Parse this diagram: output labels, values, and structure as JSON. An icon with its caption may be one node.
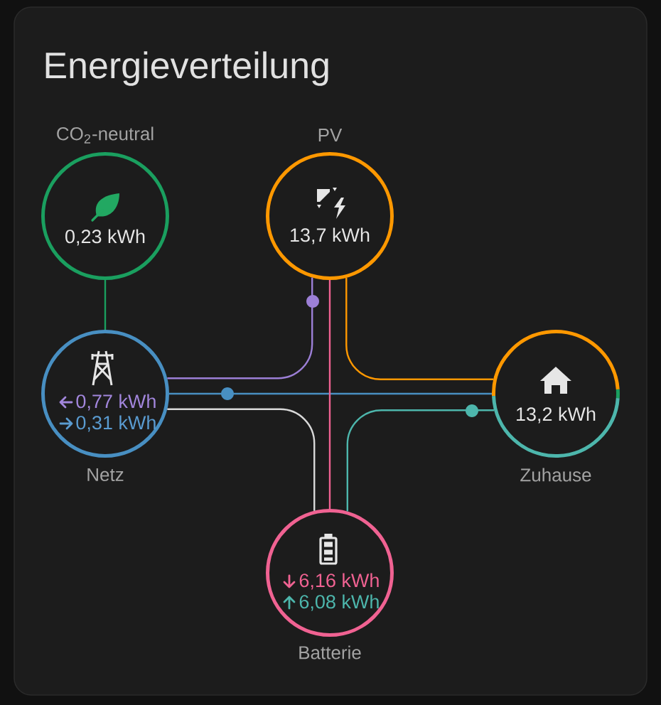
{
  "diagram": {
    "title": "Energieverteilung",
    "nodes": [
      {
        "text": [
          "CO$_{2}$-neutral",
          "0,23 kWh"
        ]
      },
      {
        "text": [
          "PV",
          "13,7 kWh"
        ]
      },
      {
        "text": [
          "0,77 kWh",
          "0,31 kWh",
          "Netz"
        ]
      },
      {
        "text": [
          "13,2 kWh",
          "Zuhause"
        ]
      },
      {
        "text": [
          "6,16 kWh",
          "6,08 kWh",
          "Batterie"
        ]
      }
    ],
    "edges": [
      {
        "from": 0,
        "to": 2,
        "arrow": "none",
        "color": "#1a9f5f"
      },
      {
        "from": 1,
        "to": 2,
        "arrow": "none",
        "color": "#9c7fd6"
      },
      {
        "from": 2,
        "to": 3,
        "arrow": "none",
        "color": "#488fc2"
      },
      {
        "from": 1,
        "to": 3,
        "arrow": "none",
        "color": "#ff9800"
      },
      {
        "from": 1,
        "to": 4,
        "arrow": "none",
        "color": "#f06292"
      },
      {
        "from": 2,
        "to": 4,
        "arrow": "none",
        "color": "#d9d9d9"
      },
      {
        "from": 4,
        "to": 3,
        "arrow": "none",
        "color": "#4db6ac"
      }
    ]
  }
}
